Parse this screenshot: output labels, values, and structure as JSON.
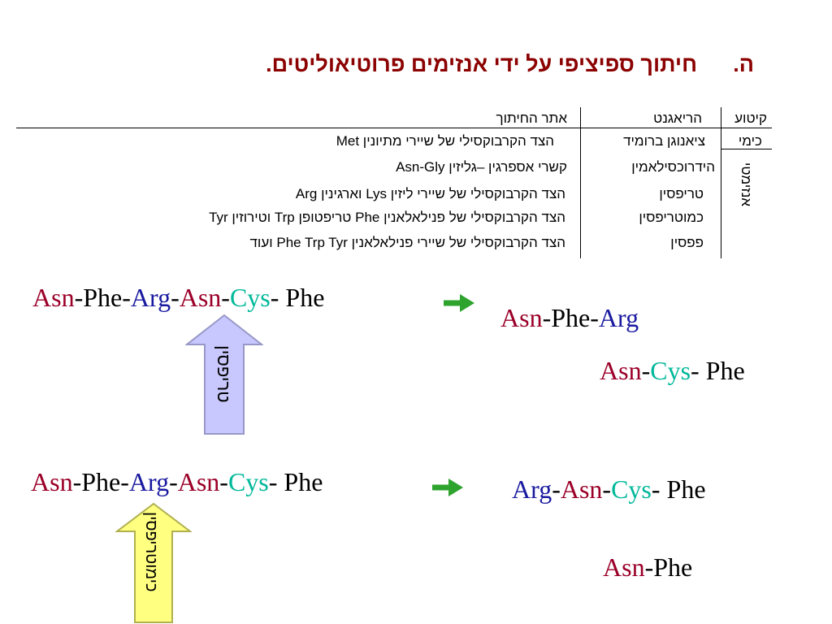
{
  "title": {
    "number": "ה.",
    "text": "חיתוך ספיציפי על ידי אנזימים פרוטיאוליטים."
  },
  "table": {
    "headers": {
      "category": "קיטוע",
      "reagent": "הריאגנט",
      "site": "אתר החיתוך"
    },
    "group_chemical": "כימי",
    "group_enzymatic": "אנזימטי",
    "rows": [
      {
        "reagent": "ציאנוגן ברומיד",
        "site": "הצד הקרבוקסילי של שיירי מתיונין Met"
      },
      {
        "reagent": "הידרוכסילאמין",
        "site": "קשרי אספרגין   –גליזין Asn-Gly"
      },
      {
        "reagent": "טריפסין",
        "site": "הצד הקרבוקסילי של שיירי ליזין  Lys   וארגינין Arg"
      },
      {
        "reagent": "כמוטריפסין",
        "site": "הצד הקרבוקסילי של פנילאלאנין Phe   טריפטופן Trp   וטירוזין Tyr"
      },
      {
        "reagent": "פפסין",
        "site": "הצד הקרבוקסילי של שיירי פנילאלאנין Phe  Trp  Tyr  ועוד"
      }
    ]
  },
  "reactions": {
    "trypsin": {
      "enzyme": "טריפסין",
      "substrate": [
        "Asn",
        "-Phe-",
        "Arg",
        "-",
        "Asn",
        "-",
        "Cys",
        "- Phe"
      ],
      "product1": [
        "Asn",
        "-Phe-",
        "Arg"
      ],
      "product2": [
        "Asn",
        "-",
        "Cys",
        "- Phe"
      ]
    },
    "chymotrypsin": {
      "enzyme": "כימוטריפסין",
      "substrate": [
        "Asn",
        "-Phe-",
        "Arg",
        "-",
        "Asn",
        "-",
        "Cys",
        "- Phe"
      ],
      "product1": [
        "Arg",
        "-",
        "Asn",
        "-",
        "Cys",
        "- Phe"
      ],
      "product2": [
        "Asn",
        "-Phe"
      ]
    }
  },
  "colors": {
    "title": "#8b0000",
    "asn": "#9b0029",
    "arg": "#1a1aa0",
    "cys": "#00b89a",
    "green_arrow": "#2ea32e",
    "trypsin_arrow": "#c8c8ff",
    "chymotrypsin_arrow": "#ffff80"
  }
}
